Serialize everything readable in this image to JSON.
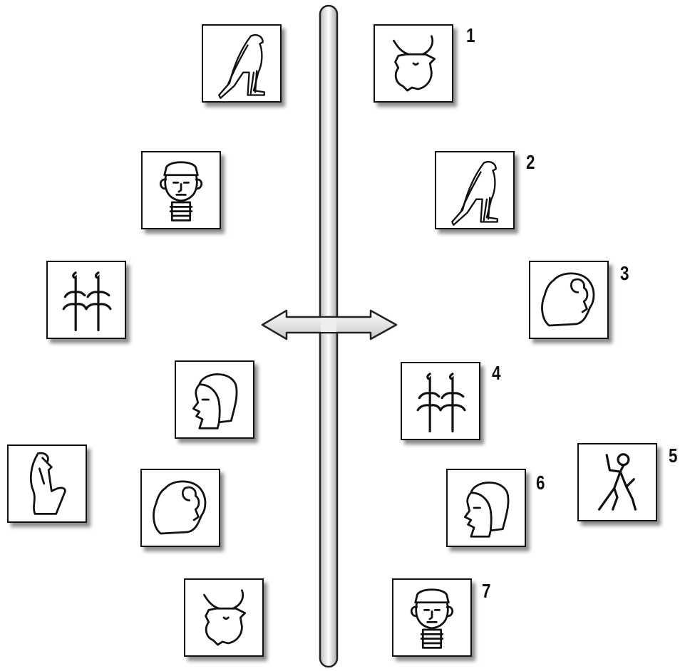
{
  "left_column": [
    {
      "glyph": "vulture-icon"
    },
    {
      "glyph": "face-with-collar-icon"
    },
    {
      "glyph": "double-reed-icon"
    },
    {
      "glyph": "human-head-icon"
    },
    {
      "glyph": "seated-figure-icon"
    },
    {
      "glyph": "lion-head-icon"
    },
    {
      "glyph": "ox-head-icon"
    }
  ],
  "right_column": [
    {
      "number": "1",
      "glyph": "ox-head-icon"
    },
    {
      "number": "2",
      "glyph": "vulture-icon"
    },
    {
      "number": "3",
      "glyph": "lion-head-icon"
    },
    {
      "number": "4",
      "glyph": "double-reed-icon"
    },
    {
      "number": "5",
      "glyph": "dancing-figure-icon"
    },
    {
      "number": "6",
      "glyph": "human-head-icon"
    },
    {
      "number": "7",
      "glyph": "face-with-collar-icon"
    }
  ]
}
